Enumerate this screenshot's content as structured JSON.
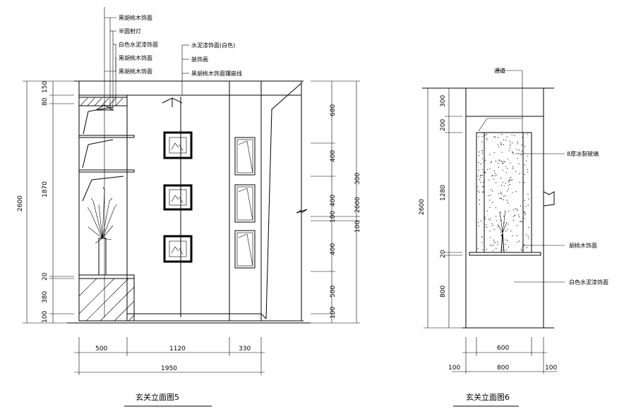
{
  "elevation5": {
    "title": "玄关立面图5",
    "labels": {
      "l1": "黑胡桃木饰面",
      "l2": "半圆射灯",
      "l3": "白色水泥漆饰面",
      "l4": "黑胡桃木饰面",
      "l5": "黑胡桃木饰面",
      "r1": "水泥漆饰面(白色)",
      "r2": "装饰画",
      "r3": "黑胡桃木饰面镶嵌线"
    },
    "dims_left": {
      "d150": "150",
      "d80": "80",
      "d1870": "1870",
      "d20": "20",
      "d380": "380",
      "d100": "100",
      "total": "2600"
    },
    "dims_right": {
      "d680": "680",
      "d400a": "400",
      "d400b": "400",
      "d100a": "100",
      "d400c": "400",
      "d500": "500",
      "d100b": "100",
      "total": "2600",
      "d300": "300"
    },
    "dims_bottom": {
      "d500": "500",
      "d1120": "1120",
      "d330": "330",
      "total": "1950"
    }
  },
  "elevation6": {
    "title": "玄关立面图6",
    "labels": {
      "top": "通道",
      "l1": "8厚冰裂玻璃",
      "l2": "胡桃木饰面",
      "l3": "白色水泥漆饰面"
    },
    "dims_left": {
      "d300": "300",
      "d200": "200",
      "d1280": "1280",
      "d20": "20",
      "d800": "800",
      "total": "2600"
    },
    "dims_bottom": {
      "d600": "600",
      "d800": "800",
      "d100a": "100",
      "d100b": "100"
    }
  }
}
